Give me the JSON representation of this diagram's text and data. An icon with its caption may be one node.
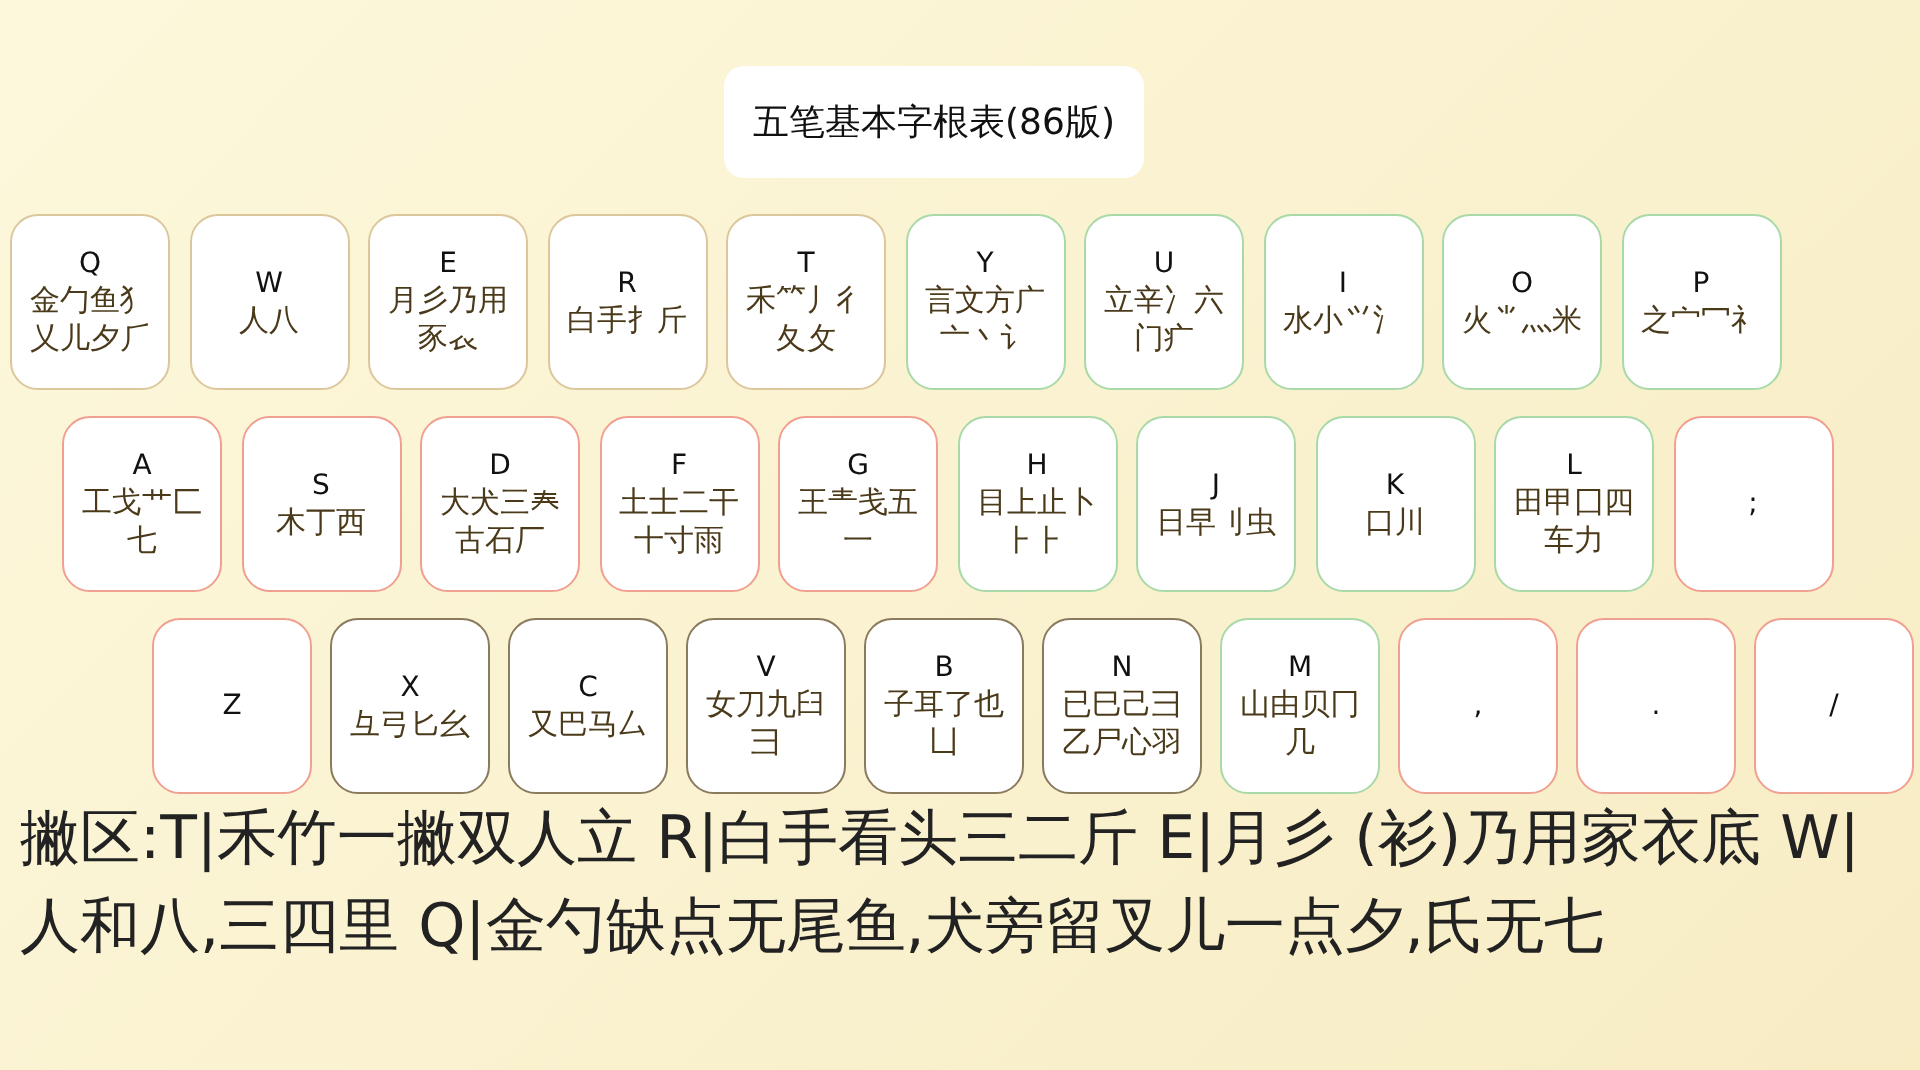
{
  "diagram": {
    "title": "五笔基本字根表(86版)",
    "nodes": [
      {
        "text": [
          "Q",
          "金勹⻥犭乂儿夕⺁"
        ]
      },
      {
        "text": [
          "W",
          "人八"
        ]
      },
      {
        "text": [
          "E",
          "月彡乃用豕𧘇"
        ]
      },
      {
        "text": [
          "R",
          "白手⺘斤"
        ]
      },
      {
        "text": [
          "T",
          "禾⺮丿彳夂攵"
        ]
      },
      {
        "text": [
          "Y",
          "言文方广亠丶讠"
        ]
      },
      {
        "text": [
          "U",
          "立辛冫六门疒"
        ]
      },
      {
        "text": [
          "I",
          "水小⺍氵"
        ]
      },
      {
        "text": [
          "O",
          "火⺌灬米"
        ]
      },
      {
        "text": [
          "P",
          "之宀冖礻"
        ]
      },
      {
        "text": [
          "A",
          "工戈艹匚七"
        ]
      },
      {
        "text": [
          "S",
          "木丁西"
        ]
      },
      {
        "text": [
          "D",
          "大犬三𡗗古石厂"
        ]
      },
      {
        "text": [
          "F",
          "土士二干十寸雨"
        ]
      },
      {
        "text": [
          "G",
          "王龶戋五一"
        ]
      },
      {
        "text": [
          "H",
          "目上止卜⺊⺊"
        ]
      },
      {
        "text": [
          "J",
          "日早刂虫"
        ]
      },
      {
        "text": [
          "K",
          "口川"
        ]
      },
      {
        "text": [
          "L",
          "田甲囗四车力"
        ]
      },
      {
        "text": [
          ";"
        ]
      },
      {
        "text": [
          "Z"
        ]
      },
      {
        "text": [
          "X",
          "彑弓匕幺"
        ]
      },
      {
        "text": [
          "C",
          "又巴马厶"
        ]
      },
      {
        "text": [
          "V",
          "女刀九臼彐"
        ]
      },
      {
        "text": [
          "B",
          "子耳了也凵"
        ]
      },
      {
        "text": [
          "N",
          "已巳己⺕乙尸心羽"
        ]
      },
      {
        "text": [
          "M",
          "山由贝冂几"
        ]
      },
      {
        "text": [
          ","
        ]
      },
      {
        "text": [
          "."
        ]
      },
      {
        "text": [
          "/"
        ]
      }
    ],
    "labels": [
      "撇区:T|禾竹一撇双人立 R|白手看头三二斤 E|月彡 (衫)乃用家衣底 W|人和八,三四里 Q|金勺缺点无尾鱼,犬旁留叉儿一点夕,氏无七"
    ]
  }
}
